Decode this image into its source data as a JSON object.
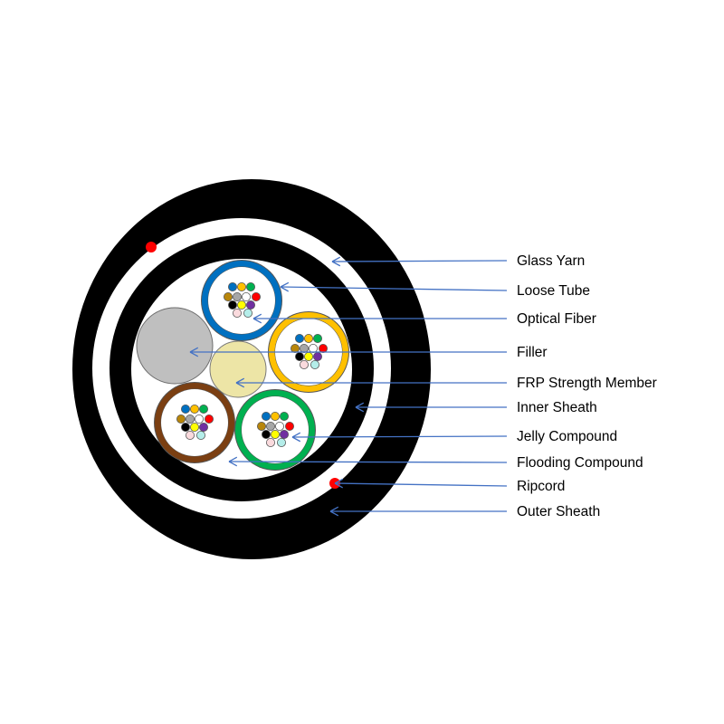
{
  "title": "Optical fiber cable cross-section",
  "colors": {
    "sheath": "#000000",
    "ripcord": "#ff0000",
    "arrow": "#4472c4",
    "filler": "#bfbfbf",
    "frp": "#ede5a6",
    "tubes": [
      "#0070c0",
      "#ffc000",
      "#7b3f12",
      "#00b050"
    ],
    "fibers": [
      "#0070c0",
      "#ffc000",
      "#00b050",
      "#b8860b",
      "#a6a6a6",
      "#ffffff",
      "#ff0000",
      "#000000",
      "#ffff00",
      "#7030a0",
      "#fadadd",
      "#b4ede9"
    ]
  },
  "labels": [
    {
      "id": "glass-yarn",
      "text": "Glass Yarn"
    },
    {
      "id": "loose-tube",
      "text": "Loose Tube"
    },
    {
      "id": "optical-fiber",
      "text": "Optical Fiber"
    },
    {
      "id": "filler",
      "text": "Filler"
    },
    {
      "id": "frp-strength-member",
      "text": "FRP Strength Member"
    },
    {
      "id": "inner-sheath",
      "text": "Inner Sheath"
    },
    {
      "id": "jelly-compound",
      "text": "Jelly Compound"
    },
    {
      "id": "flooding-compound",
      "text": "Flooding Compound"
    },
    {
      "id": "ripcord",
      "text": "Ripcord"
    },
    {
      "id": "outer-sheath",
      "text": "Outer Sheath"
    }
  ]
}
